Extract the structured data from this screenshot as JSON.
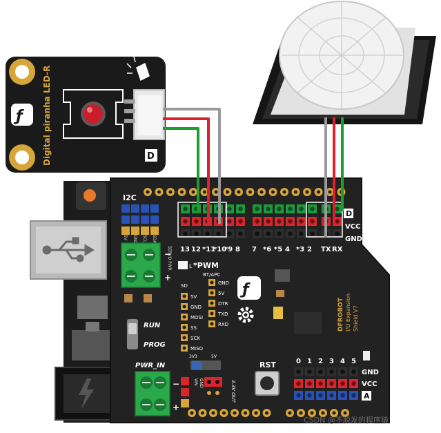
{
  "led_module": {
    "name": "Digital piranha LED-R",
    "tag": "D"
  },
  "shield": {
    "title_line1": "DFROBOT",
    "title_line2": "I/O Expansion",
    "title_line3": "Shield V7",
    "i2c_label": "I2C",
    "i2c_pins": [
      "5V",
      "GND",
      "SCL",
      "SDA"
    ],
    "servo_pwr": "SERVO PWR",
    "pwm_label": "*PWM",
    "l_label": "L",
    "bt_label": "BT/APC",
    "bt_pins": [
      "GND",
      "5V",
      "DTR",
      "TXD",
      "RXD"
    ],
    "sd_label": "SD",
    "sd_pins": [
      "5V",
      "GND",
      "MOSI",
      "SS",
      "SCK",
      "MISO"
    ],
    "run_label": "RUN",
    "prog_label": "PROG",
    "pwr_in_label": "PWR_IN",
    "v33": "3V3",
    "v5": "5V",
    "rst_label": "RST",
    "out_label": "3.3V OUT",
    "vin_gnd": [
      "VIN",
      "GND"
    ],
    "digital_tag": "D",
    "analog_tag": "A",
    "vcc": "VCC",
    "gnd": "GND",
    "digital_numbers": [
      "13",
      "12",
      "*11",
      "*10",
      "*9",
      "8",
      "7",
      "*6",
      "*5",
      "4",
      "*3",
      "2",
      "TX",
      "RX"
    ],
    "analog_numbers": [
      "0",
      "1",
      "2",
      "3",
      "4",
      "5"
    ]
  },
  "watermark": "CSDN @不脱发的程序猿",
  "colors": {
    "board": "#1c1c1c",
    "gold": "#d7a53a",
    "pin_green": "#1e9a3c",
    "pin_red": "#d8262a",
    "pin_blue": "#2a52b5",
    "wire_green": "#19a02f",
    "wire_red": "#e0202a",
    "wire_gray": "#9a9a9a",
    "terminal_green": "#2aa84a",
    "led_red": "#c81e2a"
  }
}
